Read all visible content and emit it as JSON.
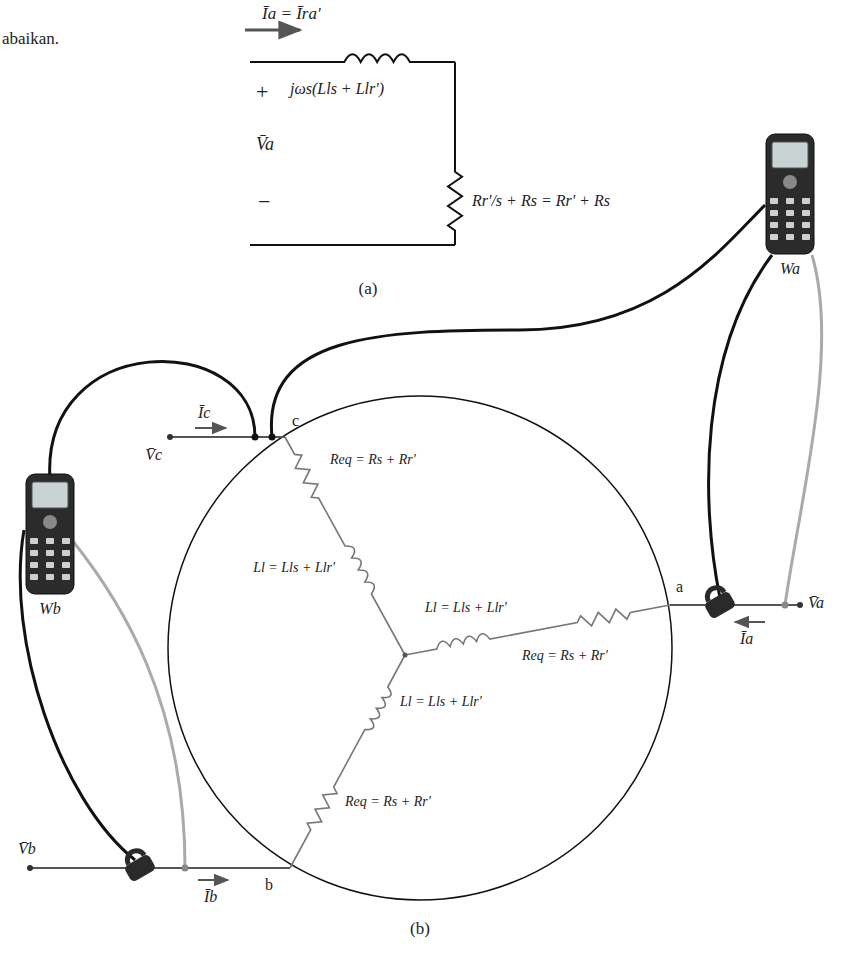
{
  "diagram": {
    "nodes": [
      {
        "text": [
          "Wa"
        ]
      },
      {
        "text": [
          "Wb"
        ]
      }
    ],
    "labels": [
      "abaikan.",
      "Īa = Īra'",
      "+",
      "V̄a",
      "−",
      "jωs(Lls + Llr')",
      "Rr'/s + Rs = Rr' + Rs",
      "(a)",
      "Īc",
      "V̄c",
      "c",
      "Req = Rs + Rr'",
      "Ll = Lls + Llr'",
      "Ll = Lls + Llr'",
      "a",
      "Req = Rs + Rr'",
      "V̄a",
      "Īa",
      "Ll = Lls + Llr'",
      "Req = Rs + Rr'",
      "V̄b",
      "b",
      "Īb",
      "(b)"
    ]
  }
}
